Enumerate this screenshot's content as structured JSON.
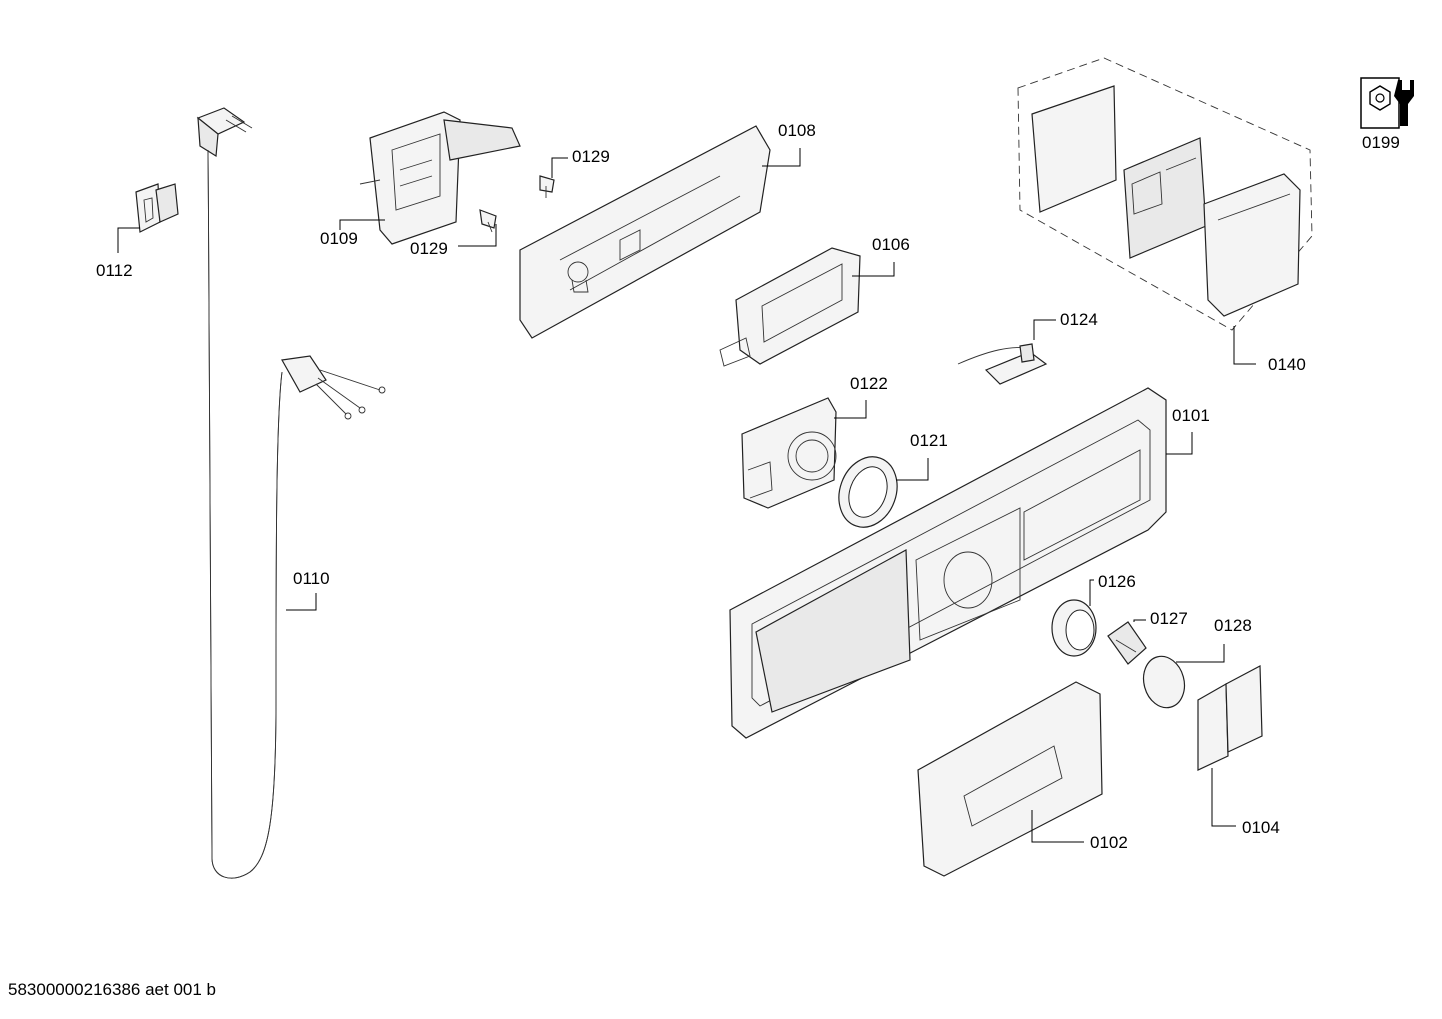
{
  "document_id": "58300000216386 aet 001 b",
  "labels": {
    "p0101": "0101",
    "p0102": "0102",
    "p0104": "0104",
    "p0106": "0106",
    "p0108": "0108",
    "p0109": "0109",
    "p0110": "0110",
    "p0112": "0112",
    "p0121": "0121",
    "p0122": "0122",
    "p0124": "0124",
    "p0126": "0126",
    "p0127": "0127",
    "p0128": "0128",
    "p0129a": "0129",
    "p0129b": "0129",
    "p0140": "0140",
    "p0199": "0199"
  },
  "icons": {
    "tool": "nut-and-wrench-icon"
  }
}
